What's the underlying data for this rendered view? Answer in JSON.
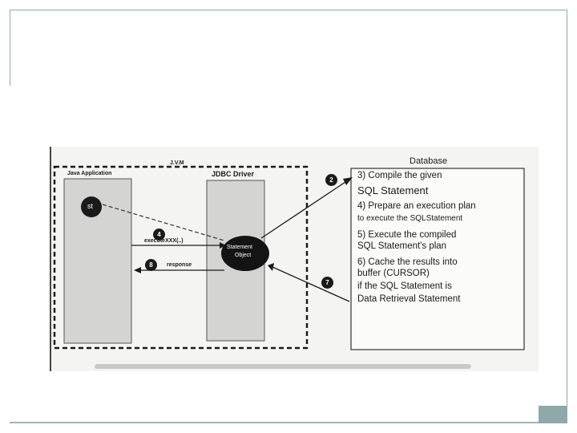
{
  "diagram": {
    "jvm_label": "J.V.M",
    "java_app_label": "Java Application",
    "jdbc_driver_label": "JDBC Driver",
    "st_node": "st",
    "statement_object": [
      "Statement",
      "Object"
    ],
    "arrows": {
      "execute_label": "executeXXX(..)",
      "response_label": "response",
      "step_execute": "4",
      "step_response": "8",
      "step_db_in": "2",
      "step_db_out": "7"
    },
    "database": {
      "title": "Database",
      "steps": [
        {
          "line1": "3) Compile the given",
          "line2": "SQL Statement"
        },
        {
          "line1": "4) Prepare an execution plan",
          "line2": "to execute the SQLStatement"
        },
        {
          "line1": "5) Execute the compiled",
          "line2": "SQL Statement's plan"
        },
        {
          "line1": "6) Cache the results into",
          "line2": "buffer (CURSOR)",
          "line3": "if the SQL Statement is",
          "line4": "Data Retrieval Statement"
        }
      ]
    }
  }
}
